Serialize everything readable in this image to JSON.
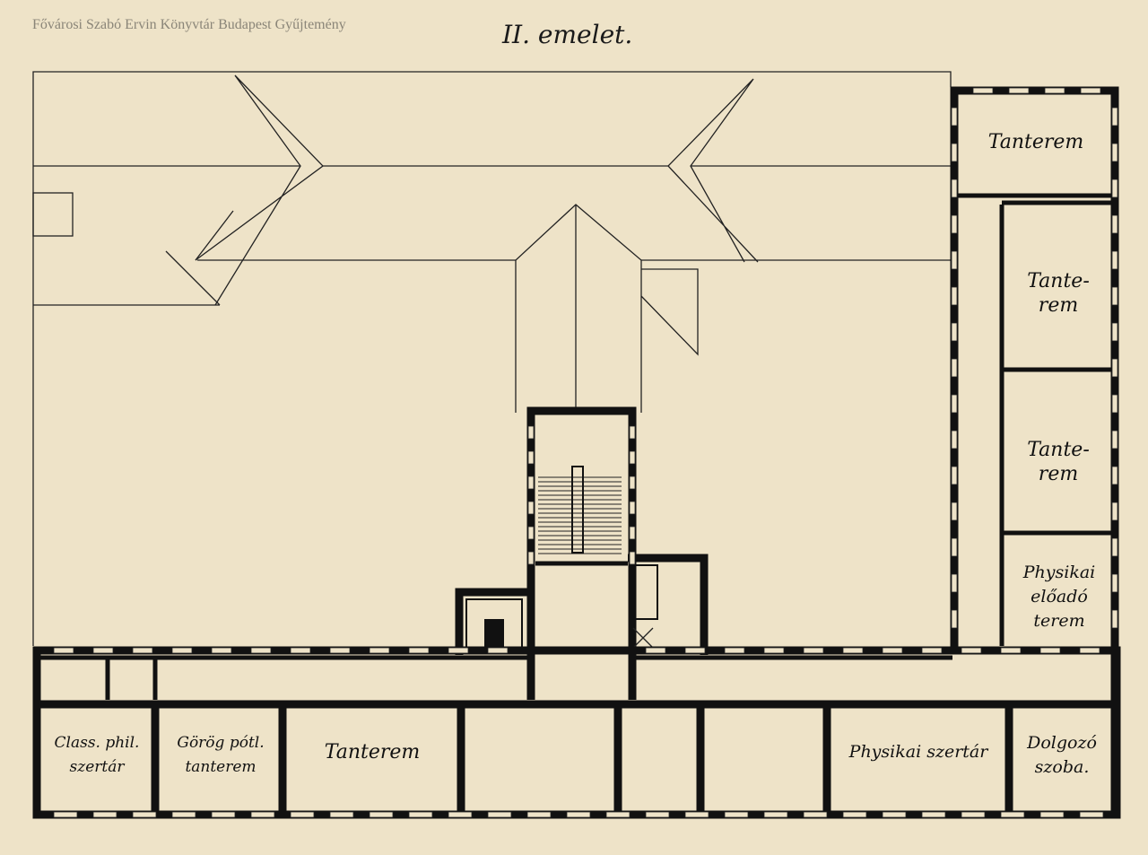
{
  "watermark": "Fővárosi Szabó Ervin Könyvtár Budapest Gyűjtemény",
  "title": "II. emelet.",
  "rooms": {
    "right_tanterem_1": "Tanterem",
    "right_tanterem_2": [
      "Tante-",
      "rem"
    ],
    "right_tanterem_3": [
      "Tante-",
      "rem"
    ],
    "physikai_eloado": [
      "Physikai",
      "előadó",
      "terem"
    ],
    "class_phil": [
      "Class. phil.",
      "szertár"
    ],
    "gorog_potl": [
      "Görög pótl.",
      "tanterem"
    ],
    "bottom_tanterem": "Tanterem",
    "physikai_szertar": "Physikai szertár",
    "dolgozo_szoba": [
      "Dolgozó",
      "szoba."
    ]
  }
}
